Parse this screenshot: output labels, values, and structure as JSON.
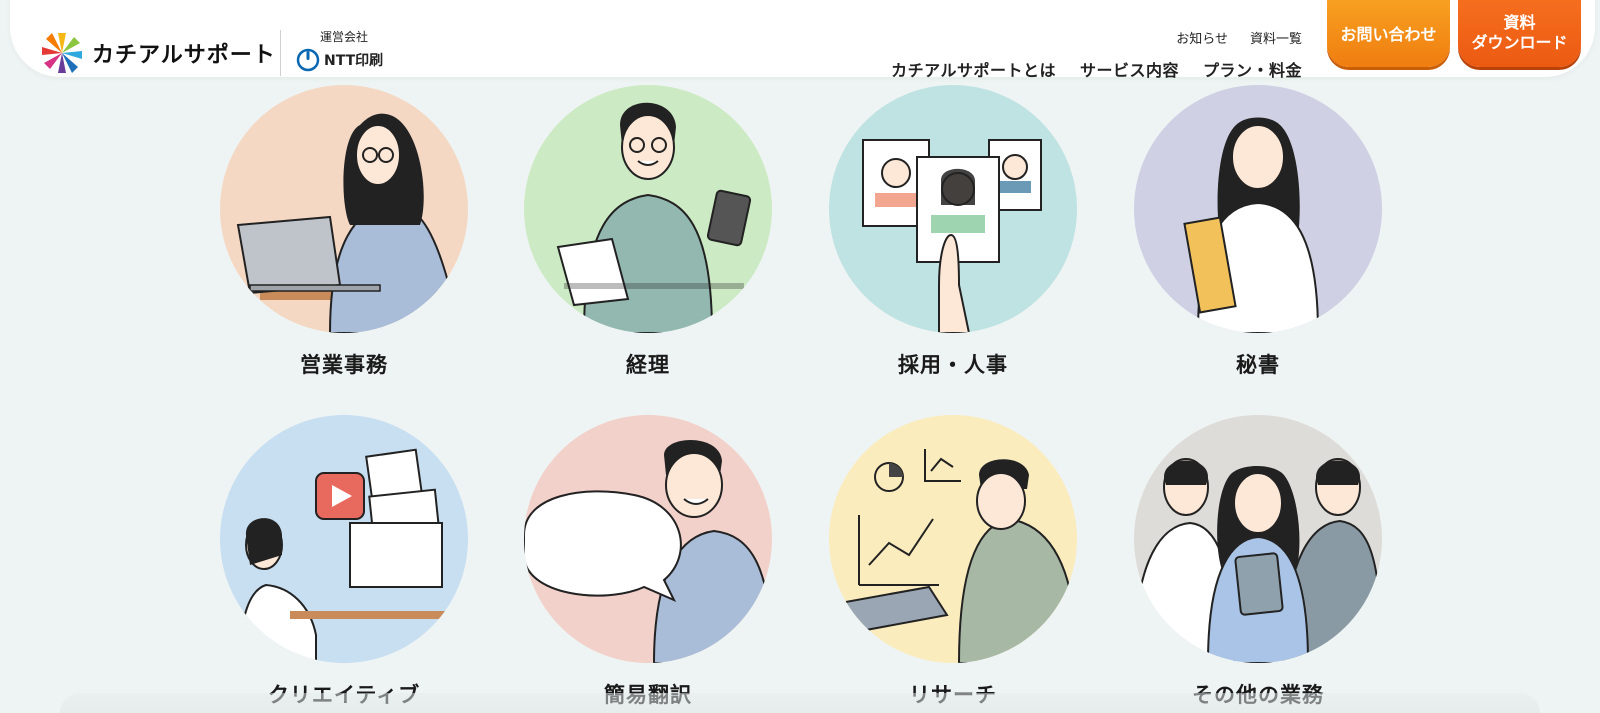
{
  "header": {
    "brand": "カチアルサポート",
    "operator_label": "運営会社",
    "operator_name": "NTT印刷",
    "utility": [
      "お知らせ",
      "資料一覧"
    ],
    "nav": [
      "カチアルサポートとは",
      "サービス内容",
      "プラン・料金"
    ],
    "contact_label": "お問い合わせ",
    "download_label": "資料\nダウンロード"
  },
  "colors": {
    "contact": "#f39318",
    "download": "#f0651a",
    "bg": "#eef4f3"
  },
  "services": [
    {
      "label": "営業事務",
      "bg": "#f4d8c3",
      "icon": "office-worker-laptop"
    },
    {
      "label": "経理",
      "bg": "#cceac3",
      "icon": "accountant-calculator"
    },
    {
      "label": "採用・人事",
      "bg": "#bfe3e2",
      "icon": "recruiting-profiles"
    },
    {
      "label": "秘書",
      "bg": "#cfd0e4",
      "icon": "secretary-folder"
    },
    {
      "label": "クリエイティブ",
      "bg": "#c8dff2",
      "icon": "creative-video"
    },
    {
      "label": "簡易翻訳",
      "bg": "#f3d1cb",
      "icon": "translator-speech-bubble"
    },
    {
      "label": "リサーチ",
      "bg": "#fbecbe",
      "icon": "research-charts"
    },
    {
      "label": "その他の業務",
      "bg": "#dedcd8",
      "icon": "team-members"
    }
  ]
}
